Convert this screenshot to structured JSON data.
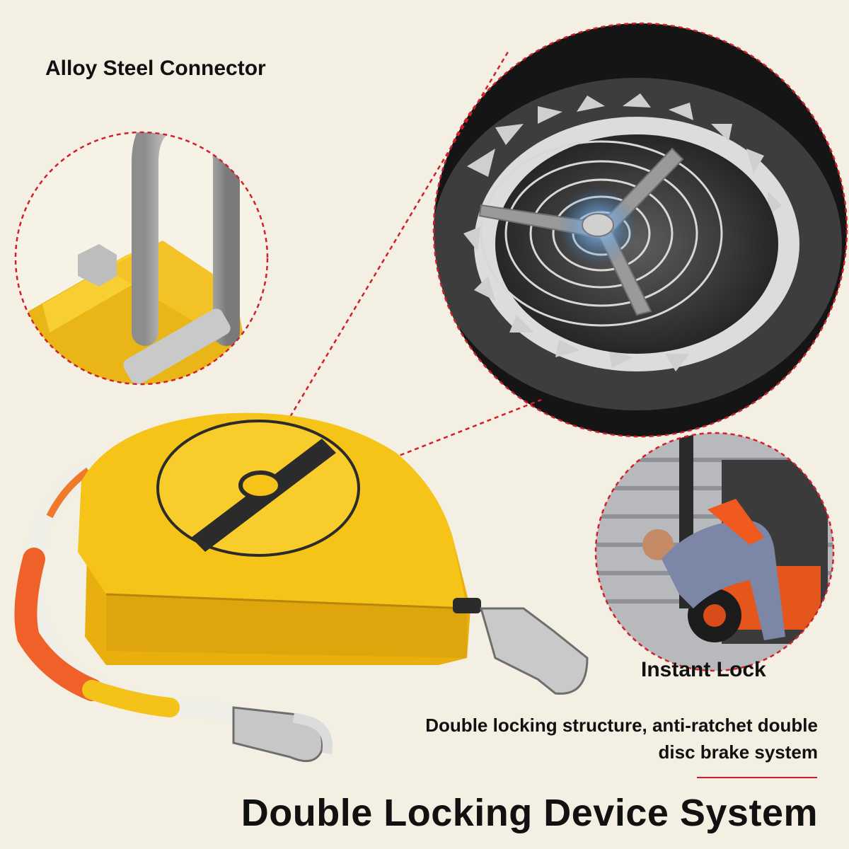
{
  "callouts": {
    "connector_label": "Alloy Steel Connector",
    "instant_lock_label": "Instant Lock"
  },
  "description": {
    "line1": "Double locking structure, anti-ratchet double",
    "line2": "disc brake system"
  },
  "title": "Double Locking Device System",
  "colors": {
    "background": "#f3efe2",
    "housing_yellow": "#f6c418",
    "callout_red": "#d2202a",
    "rope_orange": "#f0612a"
  }
}
